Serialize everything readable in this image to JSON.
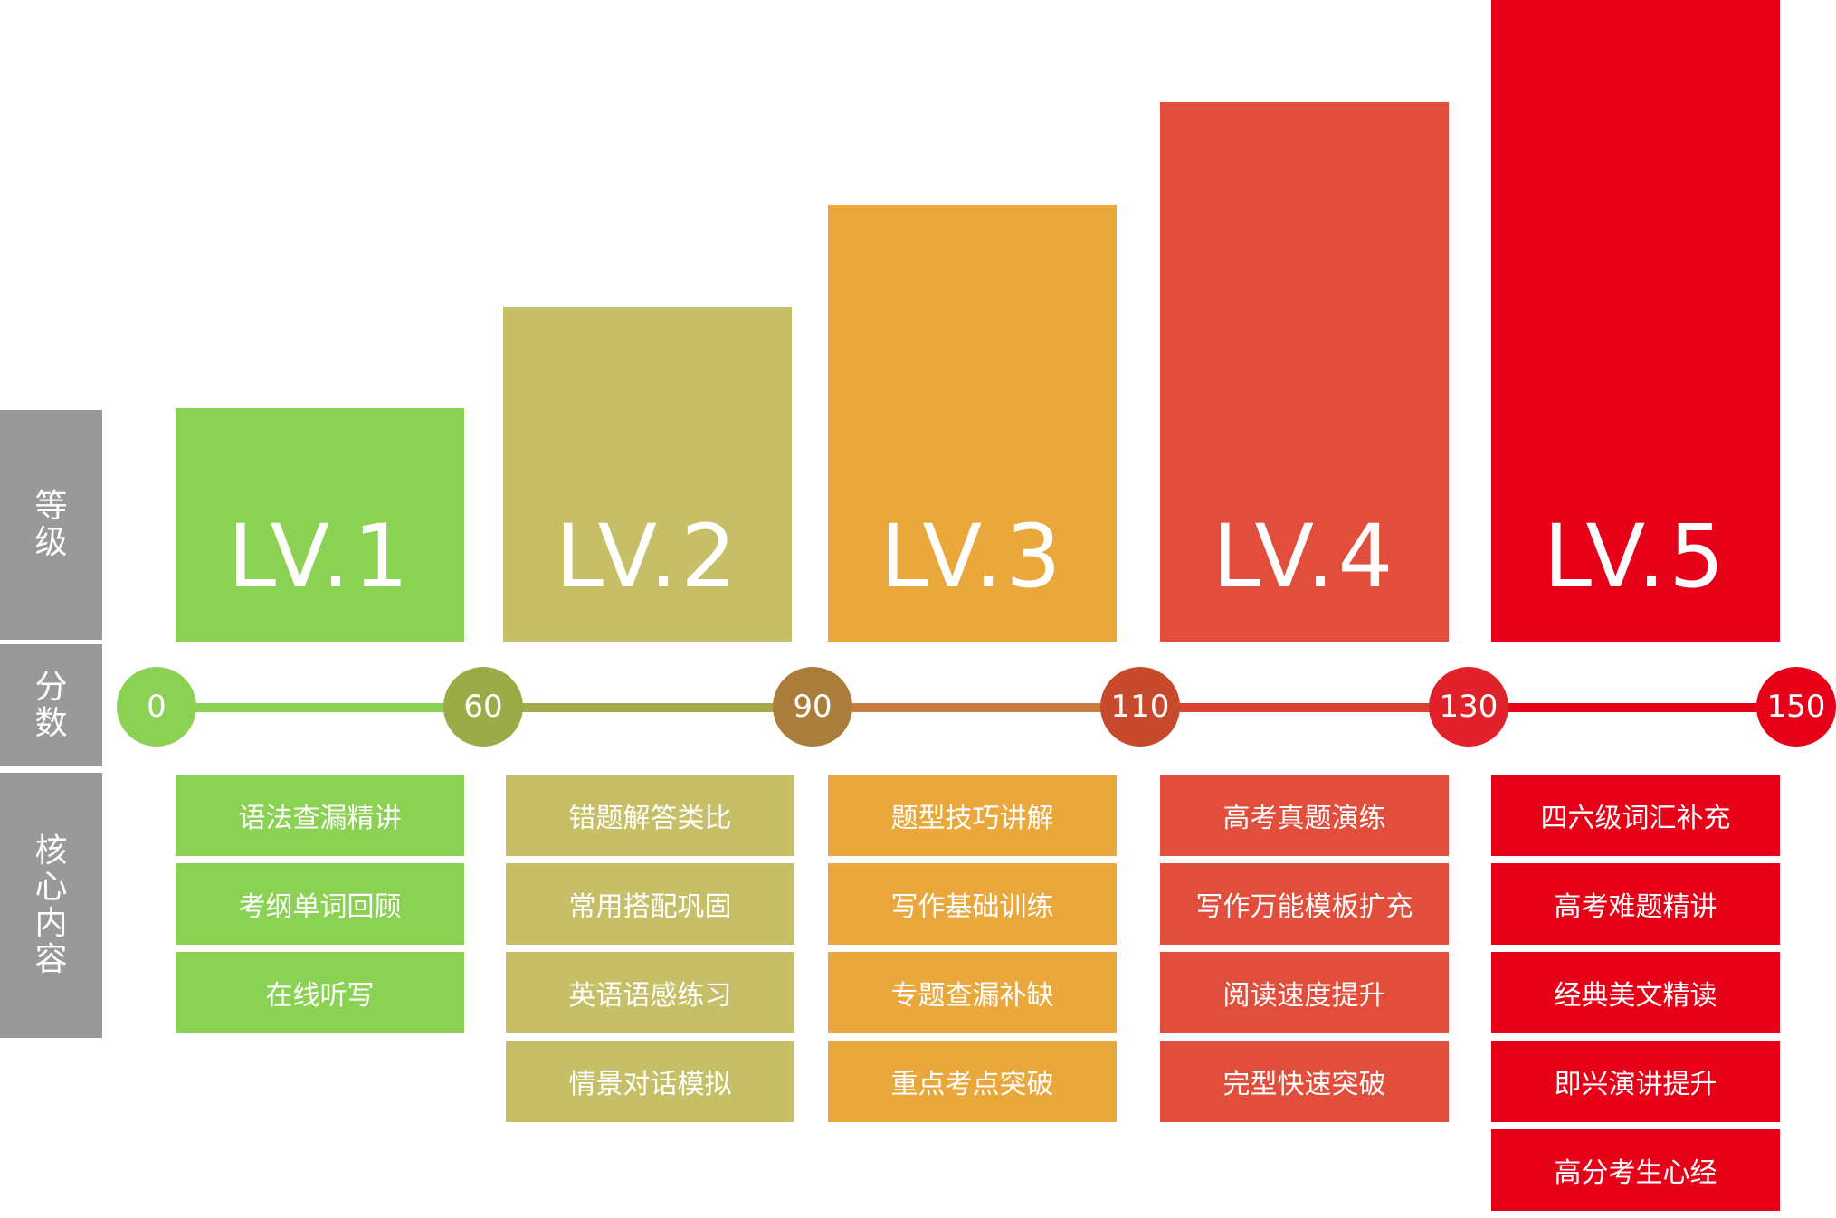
{
  "row_labels": {
    "level": "等级",
    "score": "分数",
    "content": "核心内容"
  },
  "levels": [
    {
      "label": "LV.1",
      "color": "#8bd153",
      "items": [
        "语法查漏精讲",
        "考纲单词回顾",
        "在线听写"
      ]
    },
    {
      "label": "LV.2",
      "color": "#c7bf67",
      "items": [
        "错题解答类比",
        "常用搭配巩固",
        "英语语感练习",
        "情景对话模拟"
      ]
    },
    {
      "label": "LV.3",
      "color": "#e9a73c",
      "items": [
        "题型技巧讲解",
        "写作基础训练",
        "专题查漏补缺",
        "重点考点突破"
      ]
    },
    {
      "label": "LV.4",
      "color": "#e24e3c",
      "items": [
        "高考真题演练",
        "写作万能模板扩充",
        "阅读速度提升",
        "完型快速突破"
      ]
    },
    {
      "label": "LV.5",
      "color": "#e60118",
      "items": [
        "四六级词汇补充",
        "高考难题精讲",
        "经典美文精读",
        "即兴演讲提升",
        "高分考生心经"
      ]
    }
  ],
  "scores": [
    "0",
    "60",
    "90",
    "110",
    "130",
    "150"
  ],
  "score_colors": [
    "#8bd153",
    "#9aab47",
    "#aa7d3a",
    "#c84a2c",
    "#e0212a",
    "#e60118"
  ],
  "segment_colors": [
    "#8bd153",
    "#a6aa4d",
    "#c87c3d",
    "#d8422f",
    "#e60118"
  ]
}
